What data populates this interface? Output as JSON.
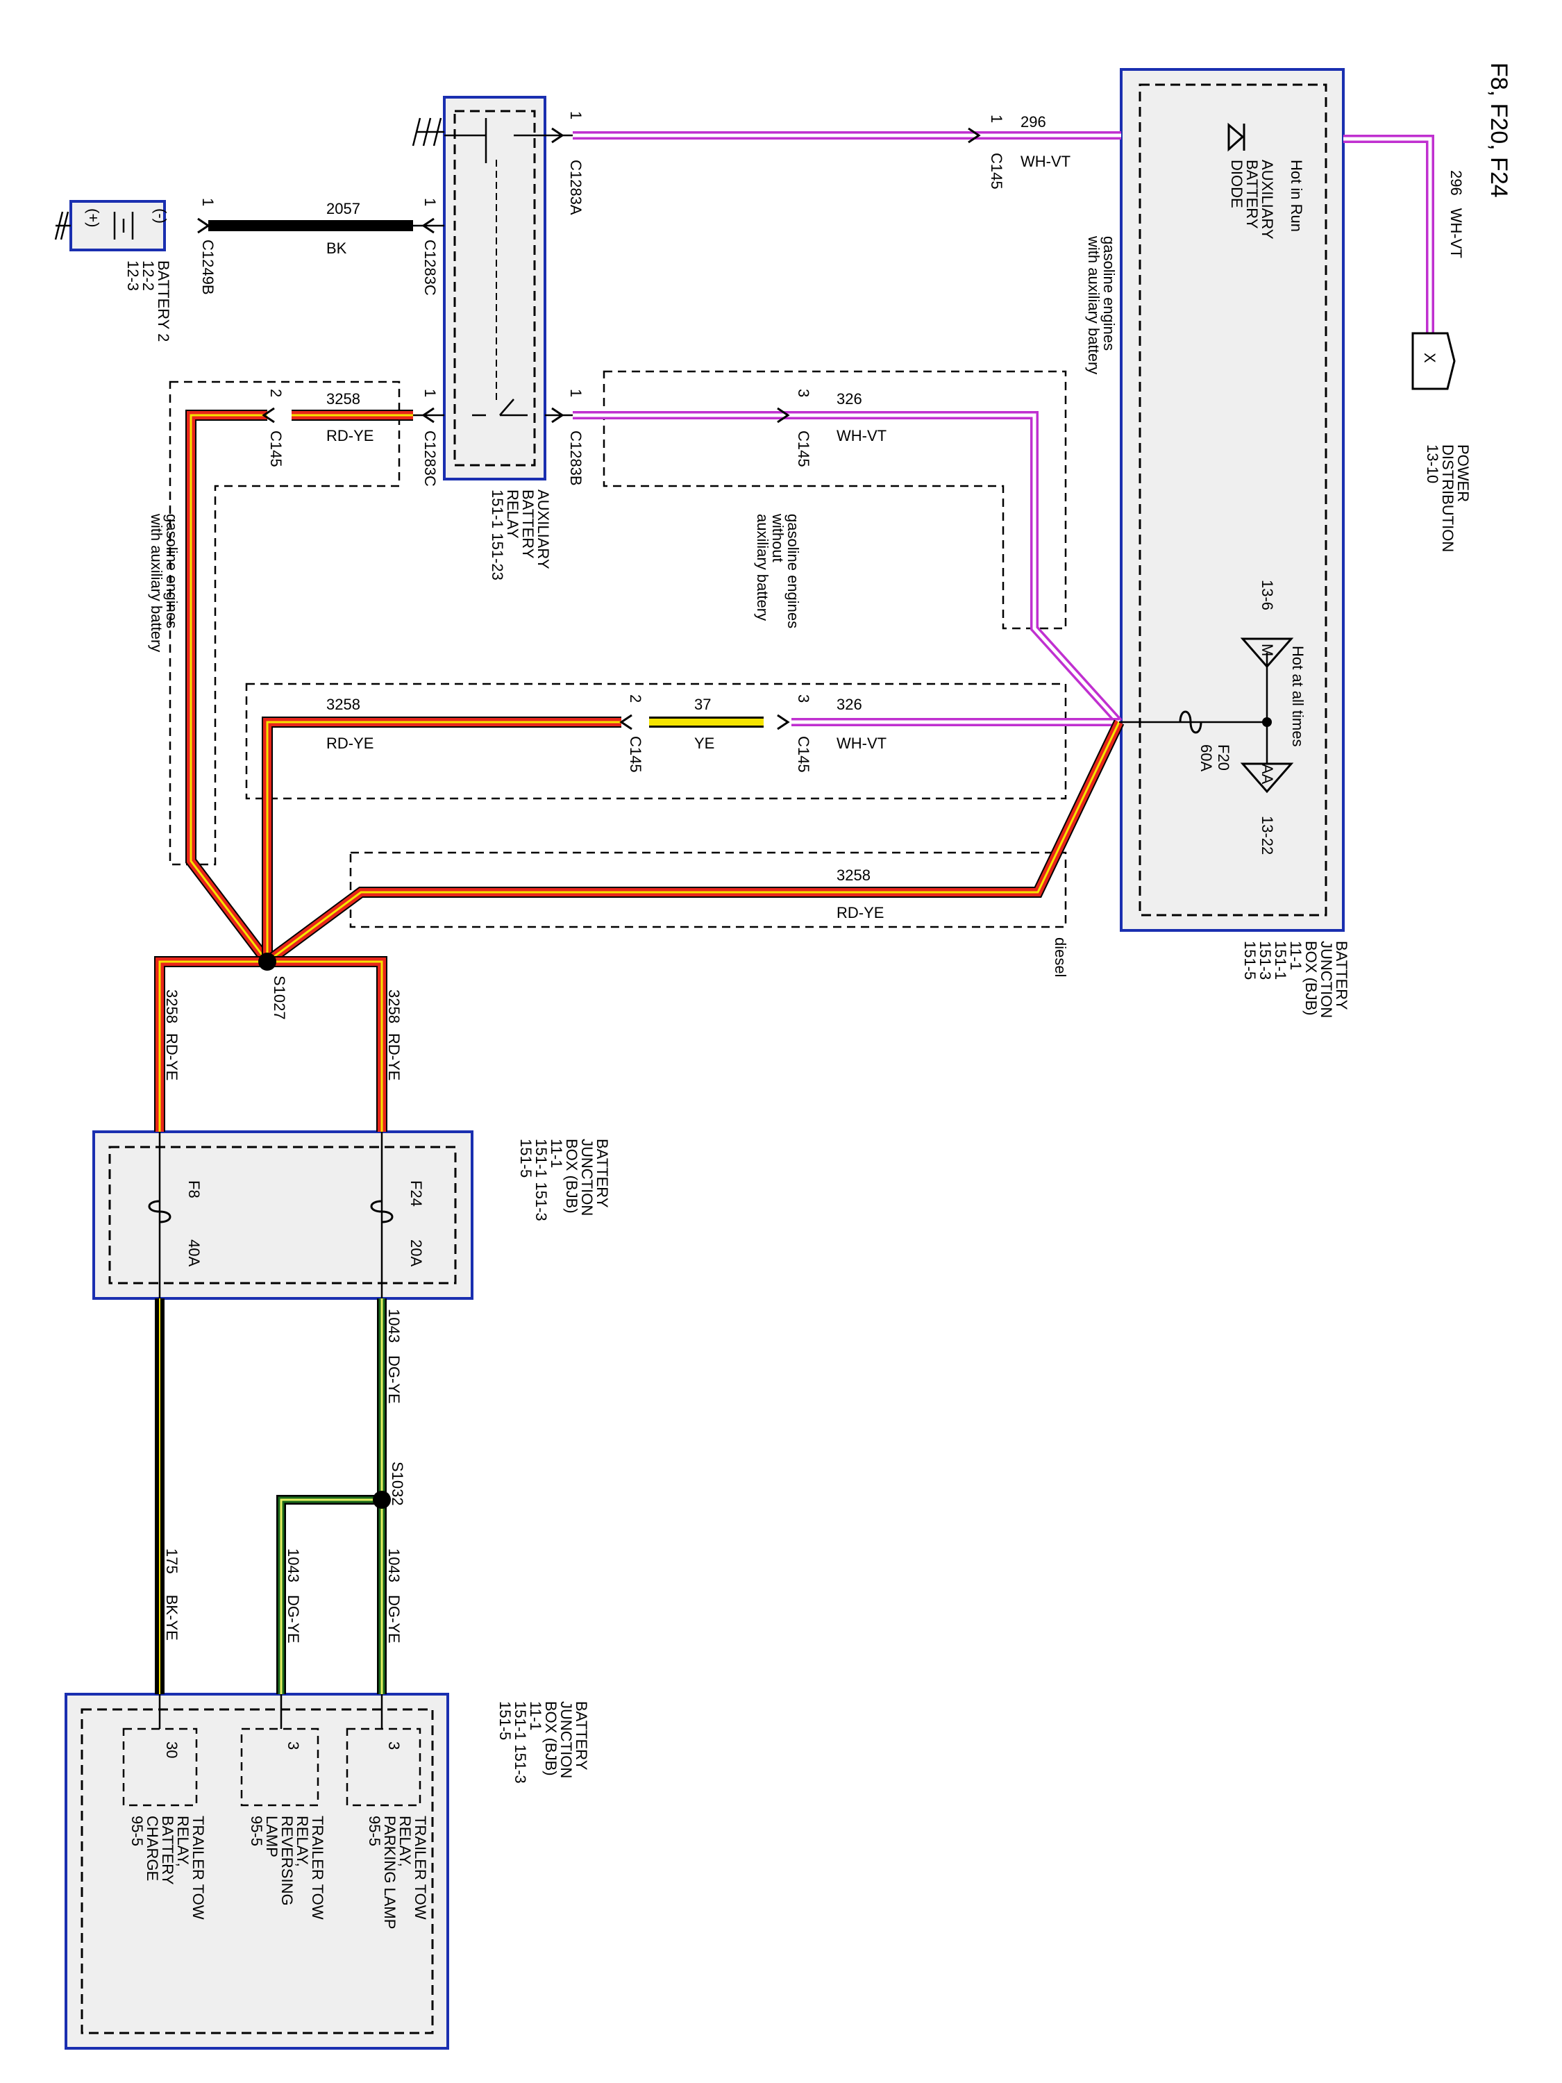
{
  "title": "F8, F20, F24",
  "colors": {
    "box_border": "#1a2fb0",
    "box_fill": "#efefef",
    "rd": "#e8261a",
    "ye": "#f5e400",
    "wh": "#ffffff",
    "vt": "#c030d0",
    "bk": "#000000",
    "dg": "#1c6b1c"
  },
  "modules": {
    "bjb_top": {
      "lines": [
        "BATTERY",
        "JUNCTION",
        "BOX (BJB)",
        "11-1",
        "151-1",
        "151-3",
        "151-5"
      ]
    },
    "bjb_mid": {
      "lines": [
        "BATTERY",
        "JUNCTION",
        "BOX (BJB)",
        "11-1",
        "151-1    151-3",
        "151-5"
      ]
    },
    "bjb_bot": {
      "lines": [
        "BATTERY",
        "JUNCTION",
        "BOX (BJB)",
        "11-1",
        "151-1    151-3",
        "151-5"
      ]
    },
    "aux_relay": {
      "lines": [
        "AUXILIARY",
        "BATTERY",
        "RELAY",
        "151-1     151-23"
      ]
    },
    "battery2": {
      "lines": [
        "BATTERY 2",
        "12-2",
        "12-3"
      ],
      "plus": "(+)",
      "minus": "(-)"
    },
    "power_dist": {
      "lines": [
        "POWER",
        "DISTRIBUTION",
        "13-10"
      ],
      "symbol": "X"
    }
  },
  "bjb_top": {
    "hot_in_run": "Hot in Run",
    "diode": [
      "AUXILIARY",
      "BATTERY",
      "DIODE"
    ],
    "hot_at_all_times": "Hot at all times",
    "ref_13_6": "13-6",
    "ref_13_22": "13-22",
    "fuse_f20": "F20",
    "fuse_f20_rating": "60A",
    "m_label": "M",
    "aa_label": "AA"
  },
  "bjb_mid": {
    "fuse_f8": "F8",
    "fuse_f8_rating": "40A",
    "fuse_f24": "F24",
    "fuse_f24_rating": "20A"
  },
  "relays": [
    {
      "pin": "30",
      "lines": [
        "TRAILER TOW",
        "RELAY,",
        "BATTERY",
        "CHARGE",
        "95-5"
      ]
    },
    {
      "pin": "3",
      "lines": [
        "TRAILER TOW",
        "RELAY,",
        "REVERSING",
        "LAMP",
        "95-5"
      ]
    },
    {
      "pin": "3",
      "lines": [
        "TRAILER TOW",
        "RELAY,",
        "PARKING LAMP",
        "95-5"
      ]
    }
  ],
  "connectors": {
    "c1283a": "C1283A",
    "c1283a_pin": "1",
    "c1283b": "C1283B",
    "c1283b_pin": "1",
    "c1283c_top": "C1283C",
    "c1283c_top_pin": "1",
    "c1283c_bot": "C1283C",
    "c1283c_bot_pin": "1",
    "c1249b": "C1249B",
    "c1249b_pin": "1",
    "c145_296": "C145",
    "c145_296_pin": "1",
    "c145_326": "C145",
    "c145_326_pin": "3",
    "c145_3258": "C145",
    "c145_3258_pin": "2",
    "c145_mid_l": "C145",
    "c145_mid_l_pin": "2",
    "c145_mid_r": "C145",
    "c145_mid_r_pin": "3"
  },
  "splices": {
    "s1027": "S1027",
    "s1032": "S1032"
  },
  "wires": {
    "w296_a": {
      "circuit": "296",
      "color": "WH-VT"
    },
    "w296_b": {
      "circuit": "296",
      "color": "WH-VT"
    },
    "w2057": {
      "circuit": "2057",
      "color": "BK"
    },
    "w3258_a": {
      "circuit": "3258",
      "color": "RD-YE"
    },
    "w326_a": {
      "circuit": "326",
      "color": "WH-VT"
    },
    "w3258_b": {
      "circuit": "3258",
      "color": "RD-YE"
    },
    "w37": {
      "circuit": "37",
      "color": "YE"
    },
    "w326_b": {
      "circuit": "326",
      "color": "WH-VT"
    },
    "w3258_c": {
      "circuit": "3258",
      "color": "RD-YE"
    },
    "w3258_d": {
      "circuit": "3258",
      "color": "RD-YE"
    },
    "w3258_e": {
      "circuit": "3258",
      "color": "RD-YE"
    },
    "w1043_a": {
      "circuit": "1043",
      "color": "DG-YE"
    },
    "w175": {
      "circuit": "175",
      "color": "BK-YE"
    },
    "w1043_b": {
      "circuit": "1043",
      "color": "DG-YE"
    },
    "w1043_c": {
      "circuit": "1043",
      "color": "DG-YE"
    }
  },
  "notes": {
    "gas_aux_a": [
      "gasoline engines",
      "with auxiliary battery"
    ],
    "gas_no_aux": [
      "gasoline engines",
      "without",
      "auxiliary battery"
    ],
    "gas_aux_b": [
      "gasoline engines",
      "with auxiliary battery"
    ],
    "diesel": "diesel"
  }
}
